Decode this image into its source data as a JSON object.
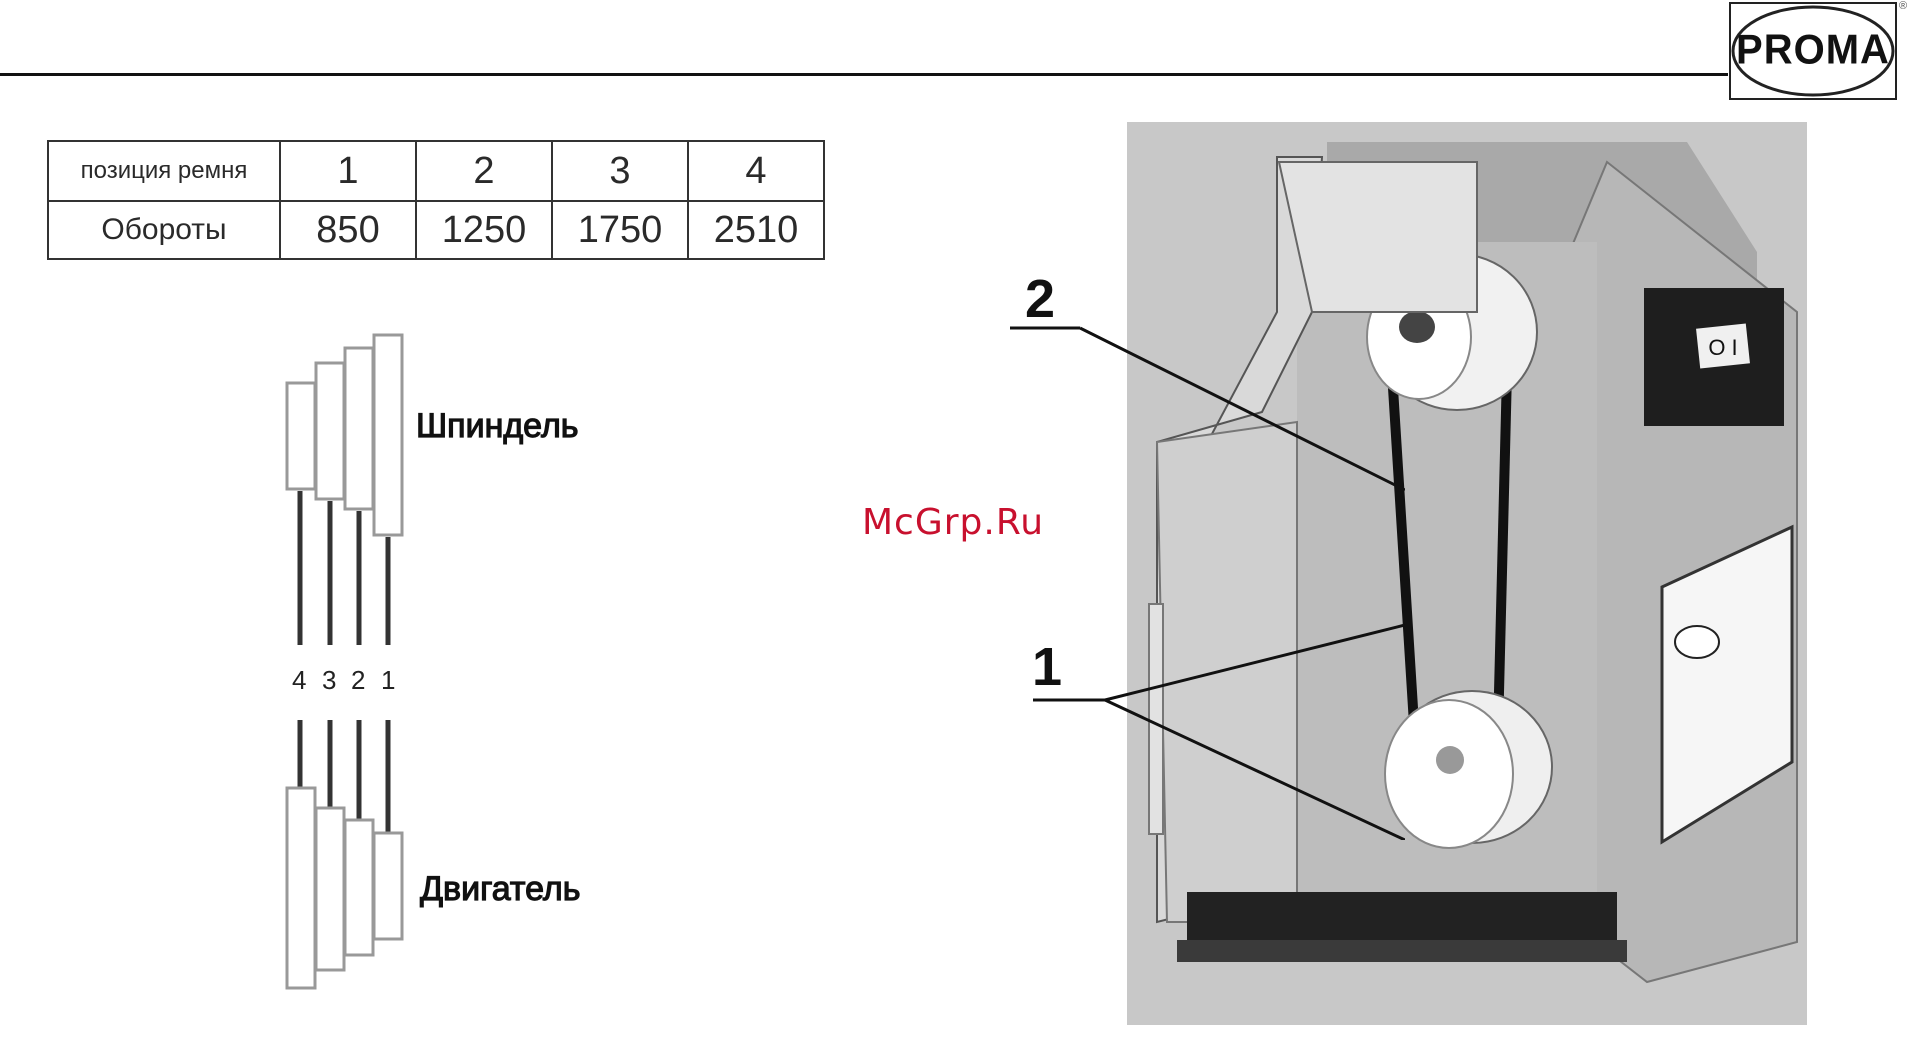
{
  "header": {
    "logo_text": "PROMA",
    "registered_mark": "®"
  },
  "table": {
    "header_label": "позиция ремня",
    "positions": [
      "1",
      "2",
      "3",
      "4"
    ],
    "row_label": "Обороты",
    "speeds": [
      "850",
      "1250",
      "1750",
      "2510"
    ]
  },
  "diagram": {
    "spindle_label": "Шпиндель",
    "motor_label": "Двигатель",
    "position_numbers": [
      "4",
      "3",
      "2",
      "1"
    ]
  },
  "watermark": "McGrp.Ru",
  "photo": {
    "switch_label": "O I",
    "callouts": [
      "2",
      "1"
    ]
  }
}
